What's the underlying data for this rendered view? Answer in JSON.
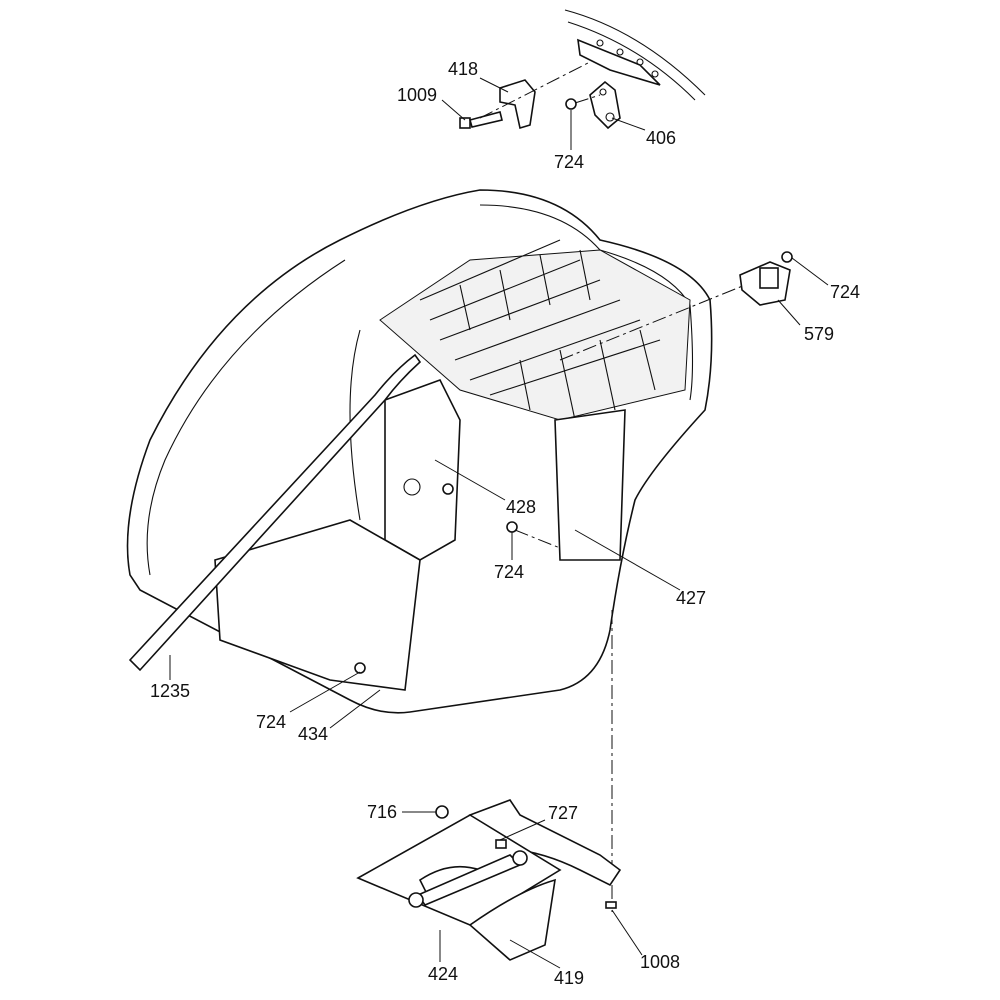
{
  "diagram": {
    "callouts": [
      {
        "id": "c418",
        "label": "418"
      },
      {
        "id": "c1009",
        "label": "1009"
      },
      {
        "id": "c724a",
        "label": "724"
      },
      {
        "id": "c406",
        "label": "406"
      },
      {
        "id": "c724b",
        "label": "724"
      },
      {
        "id": "c579",
        "label": "579"
      },
      {
        "id": "c428",
        "label": "428"
      },
      {
        "id": "c724c",
        "label": "724"
      },
      {
        "id": "c427",
        "label": "427"
      },
      {
        "id": "c1235",
        "label": "1235"
      },
      {
        "id": "c724d",
        "label": "724"
      },
      {
        "id": "c434",
        "label": "434"
      },
      {
        "id": "c716",
        "label": "716"
      },
      {
        "id": "c727",
        "label": "727"
      },
      {
        "id": "c424",
        "label": "424"
      },
      {
        "id": "c419",
        "label": "419"
      },
      {
        "id": "c1008",
        "label": "1008"
      }
    ]
  }
}
